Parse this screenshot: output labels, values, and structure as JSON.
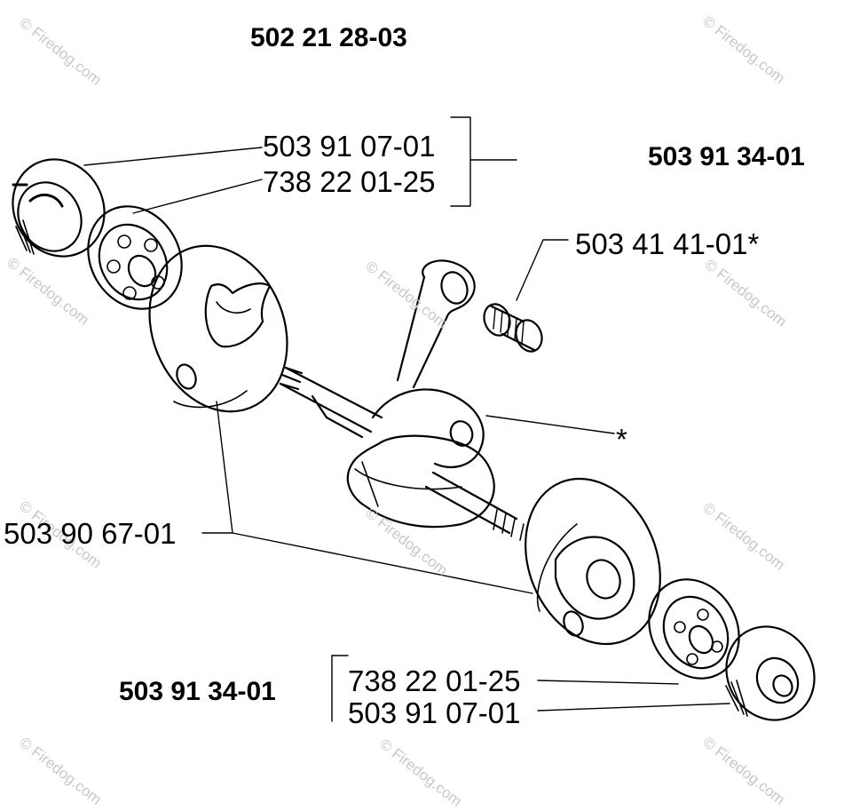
{
  "labels": {
    "assembly_top": "502 21 28-03",
    "kit_right": "503 91 34-01",
    "kit_bottom": "503 91 34-01",
    "seal_top": "503 91 07-01",
    "bearing_top": "738 22 01-25",
    "needle_bearing": "503 41 41-01*",
    "asterisk": "*",
    "crank_half": "503 90 67-01",
    "bearing_bottom": "738 22 01-25",
    "seal_bottom": "503 91 07-01"
  },
  "watermark": "© Firedog.com",
  "colors": {
    "ink": "#000000",
    "background": "#ffffff",
    "watermark": "#c8c8c8"
  }
}
